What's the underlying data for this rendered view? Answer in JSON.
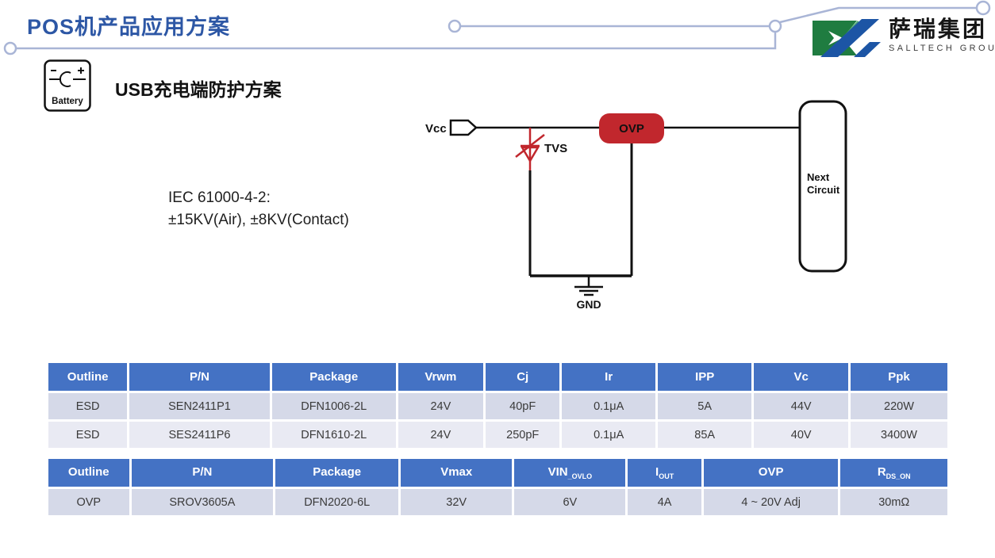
{
  "slide": {
    "title": "POS机产品应用方案",
    "logo": {
      "cn": "萨瑞集团",
      "en": "SALLTECH GROUP"
    },
    "section": {
      "battery_label": "Battery",
      "heading_en": "USB",
      "heading_cn": "充电端防护方案"
    },
    "standard": {
      "line1": "IEC 61000-4-2:",
      "line2": "±15KV(Air), ±8KV(Contact)"
    },
    "circuit": {
      "vcc_label": "Vcc",
      "tvs_label": "TVS",
      "ovp_label": "OVP",
      "next_line1": "Next",
      "next_line2": "Circuit",
      "gnd_label": "GND"
    },
    "colors": {
      "title_blue": "#2D57A5",
      "table_header_blue": "#4472C4",
      "row_dark": "#D5D9E8",
      "row_light": "#E9EAF3",
      "circuit_red": "#C1272D",
      "decor_line": "#A9B5D6",
      "logo_green": "#1F7C40",
      "logo_blue": "#1C55A5"
    }
  },
  "tables": [
    {
      "headers": [
        "Outline",
        "P/N",
        "Package",
        "Vrwm",
        "Cj",
        "Ir",
        "IPP",
        "Vc",
        "Ppk"
      ],
      "rows": [
        [
          "ESD",
          "SEN2411P1",
          "DFN1006-2L",
          "24V",
          "40pF",
          "0.1μA",
          "5A",
          "44V",
          "220W"
        ],
        [
          "ESD",
          "SES2411P6",
          "DFN1610-2L",
          "24V",
          "250pF",
          "0.1μA",
          "85A",
          "40V",
          "3400W"
        ]
      ]
    },
    {
      "headers": [
        {
          "t": "Outline",
          "sub": ""
        },
        {
          "t": "P/N",
          "sub": ""
        },
        {
          "t": "Package",
          "sub": ""
        },
        {
          "t": "Vmax",
          "sub": ""
        },
        {
          "t": "VIN",
          "sub": "_OVLO"
        },
        {
          "t": "I",
          "sub": "OUT"
        },
        {
          "t": "OVP",
          "sub": ""
        },
        {
          "t": "R",
          "sub": "DS_ON"
        }
      ],
      "rows": [
        [
          "OVP",
          "SROV3605A",
          "DFN2020-6L",
          "32V",
          "6V",
          "4A",
          "4 ~ 20V Adj",
          "30mΩ"
        ]
      ]
    }
  ]
}
